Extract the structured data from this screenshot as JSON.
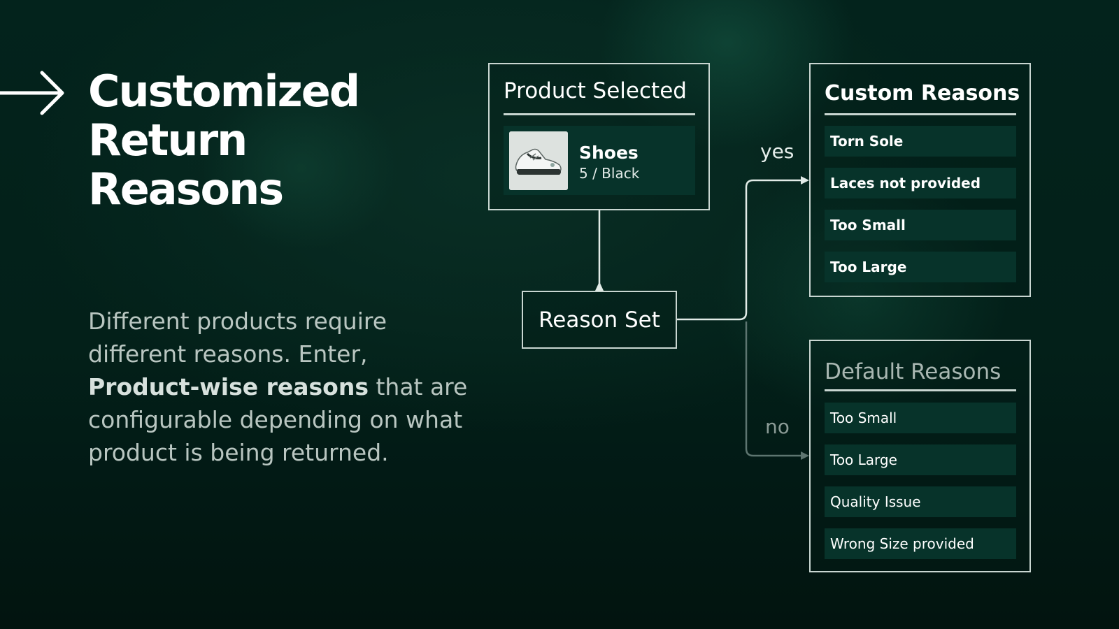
{
  "headline": {
    "lines": [
      "Customized",
      "Return",
      "Reasons"
    ]
  },
  "description": {
    "part1": "Different products require different reasons. Enter, ",
    "highlight": "Product-wise reasons",
    "part2": " that are configurable depending on what product is being returned."
  },
  "icons": {
    "intro": "arrow-right-icon",
    "product_image": "shoe-icon"
  },
  "diagram": {
    "product_box": {
      "title": "Product Selected",
      "product": {
        "name": "Shoes",
        "variant": "5 / Black"
      }
    },
    "reason_set": {
      "label": "Reason Set"
    },
    "branches": {
      "yes": "yes",
      "no": "no"
    },
    "custom_reasons": {
      "title": "Custom Reasons",
      "items": [
        "Torn Sole",
        "Laces not provided",
        "Too Small",
        "Too Large"
      ]
    },
    "default_reasons": {
      "title": "Default Reasons",
      "items": [
        "Too Small",
        "Too Large",
        "Quality Issue",
        "Wrong Size provided"
      ]
    }
  },
  "colors": {
    "background": "#03231c",
    "card": "#07332a",
    "border": "#c9d6d1",
    "muted_text": "#b9c6c1"
  }
}
